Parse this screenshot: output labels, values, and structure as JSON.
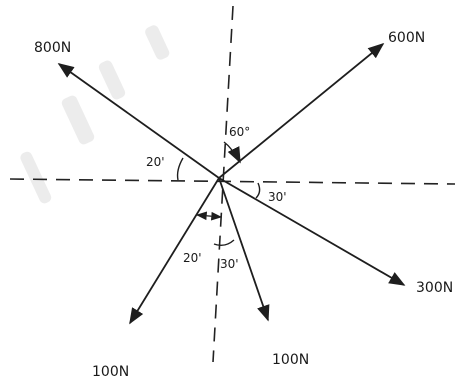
{
  "diagram": {
    "forces": [
      {
        "id": "f800",
        "label": "800N"
      },
      {
        "id": "f600",
        "label": "600N"
      },
      {
        "id": "f300",
        "label": "300N"
      },
      {
        "id": "f100a",
        "label": "100N"
      },
      {
        "id": "f100b",
        "label": "100N"
      }
    ],
    "angles": [
      {
        "id": "a60",
        "label": "60°"
      },
      {
        "id": "a20a",
        "label": "20'"
      },
      {
        "id": "a30a",
        "label": "30'"
      },
      {
        "id": "a20b",
        "label": "20'"
      },
      {
        "id": "a30b",
        "label": "30'"
      }
    ],
    "colors": {
      "ink": "#1e1e1e",
      "watermark": "#c9c9c9"
    }
  }
}
